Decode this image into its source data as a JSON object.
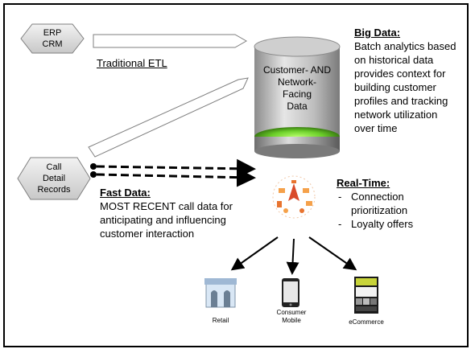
{
  "sources": {
    "erp_crm": [
      "ERP",
      "CRM"
    ],
    "call_detail_records": [
      "Call",
      "Detail",
      "Records"
    ]
  },
  "etl_label": "Traditional ETL",
  "database_label": [
    "Customer- AND",
    "Network-",
    "Facing",
    "Data"
  ],
  "big_data": {
    "title": "Big Data:",
    "lines": [
      "Batch analytics based",
      "on historical data",
      "provides context for",
      "building customer",
      "profiles and tracking",
      "network utilization",
      "over time"
    ]
  },
  "fast_data": {
    "title": "Fast Data:",
    "lines": [
      "MOST RECENT call data for",
      "anticipating and influencing",
      "customer interaction"
    ]
  },
  "real_time": {
    "title": "Real-Time:",
    "items": [
      [
        "Connection",
        "prioritization"
      ],
      [
        "Loyalty offers"
      ]
    ]
  },
  "endpoints": {
    "retail": "Retail",
    "consumer_mobile": [
      "Consumer",
      "Mobile"
    ],
    "ecommerce": "eCommerce"
  },
  "colors": {
    "hexagon_fill": "#d9d9d9",
    "database_body": "#a6a6a6",
    "database_glow": "#7cd63a",
    "arrow_fill": "#ffffff"
  }
}
